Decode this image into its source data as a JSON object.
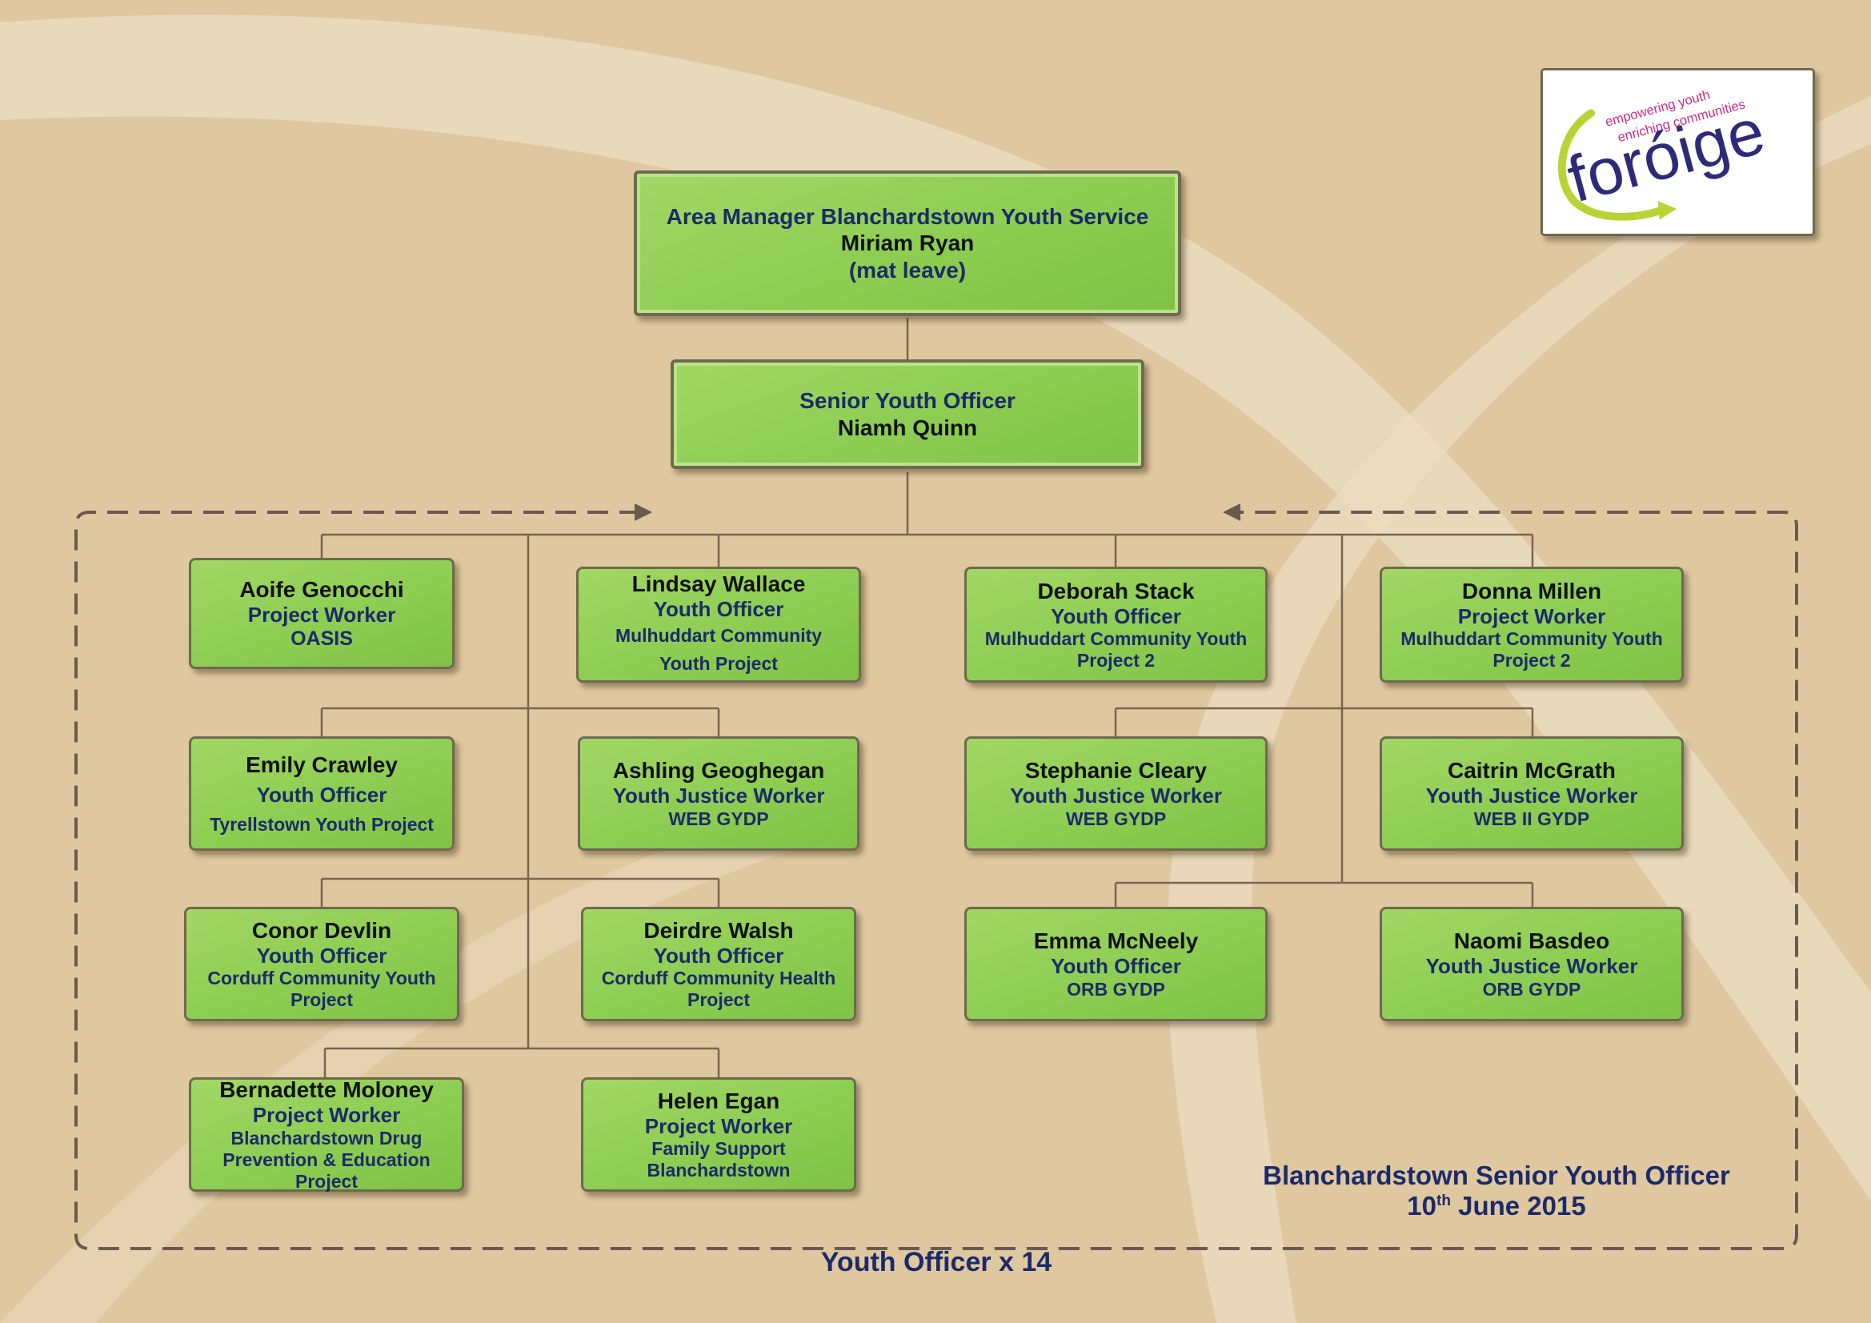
{
  "chart": {
    "top": {
      "role": "Area Manager Blanchardstown Youth Service",
      "name": "Miriam Ryan",
      "note": "(mat leave)"
    },
    "senior": {
      "role": "Senior Youth Officer",
      "name": "Niamh Quinn"
    },
    "staff": [
      {
        "name": "Aoife Genocchi",
        "role": "Project Worker",
        "project": "OASIS"
      },
      {
        "name": "Lindsay Wallace",
        "role": "Youth Officer",
        "project": "Mulhuddart Community Youth Project"
      },
      {
        "name": "Deborah Stack",
        "role": "Youth Officer",
        "project": "Mulhuddart Community Youth Project 2"
      },
      {
        "name": "Donna Millen",
        "role": "Project Worker",
        "project": "Mulhuddart Community Youth Project 2"
      },
      {
        "name": "Emily Crawley",
        "role": "Youth Officer",
        "project": "Tyrellstown Youth Project"
      },
      {
        "name": "Ashling Geoghegan",
        "role": "Youth Justice Worker",
        "project": "WEB GYDP"
      },
      {
        "name": "Stephanie Cleary",
        "role": "Youth Justice Worker",
        "project": "WEB GYDP"
      },
      {
        "name": "Caitrin McGrath",
        "role": "Youth Justice Worker",
        "project": "WEB II GYDP"
      },
      {
        "name": "Conor Devlin",
        "role": "Youth Officer",
        "project": "Corduff Community Youth Project"
      },
      {
        "name": "Deirdre Walsh",
        "role": "Youth Officer",
        "project": "Corduff Community Health Project"
      },
      {
        "name": "Emma McNeely",
        "role": "Youth Officer",
        "project": "ORB GYDP"
      },
      {
        "name": "Naomi Basdeo",
        "role": "Youth Justice Worker",
        "project": "ORB GYDP"
      },
      {
        "name": "Bernadette Moloney",
        "role": "Project Worker",
        "project": "Blanchardstown Drug Prevention & Education Project"
      },
      {
        "name": "Helen Egan",
        "role": "Project Worker",
        "project": "Family Support Blanchardstown"
      }
    ]
  },
  "logo": {
    "brand": "foróige",
    "tagline_1": "empowering youth",
    "tagline_2": "enriching communities"
  },
  "caption": {
    "title": "Blanchardstown Senior Youth Officer",
    "date_day": "10",
    "date_suffix": "th",
    "date_rest": " June 2015"
  },
  "footer": {
    "count": "Youth Officer x 14"
  },
  "colors": {
    "background": "#dfc8a0",
    "node_green": "#8ccd52",
    "text_navy": "#1b2a6a",
    "line": "#7a6450"
  }
}
